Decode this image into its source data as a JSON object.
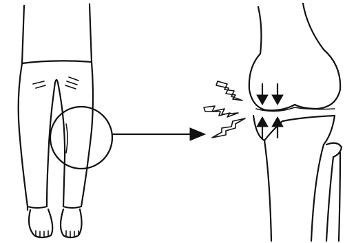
{
  "figure": {
    "panels": [
      "legs-front-view",
      "knee-joint-detail"
    ],
    "colors": {
      "ink": "#111111",
      "background": "#ffffff"
    },
    "icons": [
      "magnify-circle",
      "pointer-arrow",
      "compression-arrows",
      "pain-lightning"
    ]
  }
}
